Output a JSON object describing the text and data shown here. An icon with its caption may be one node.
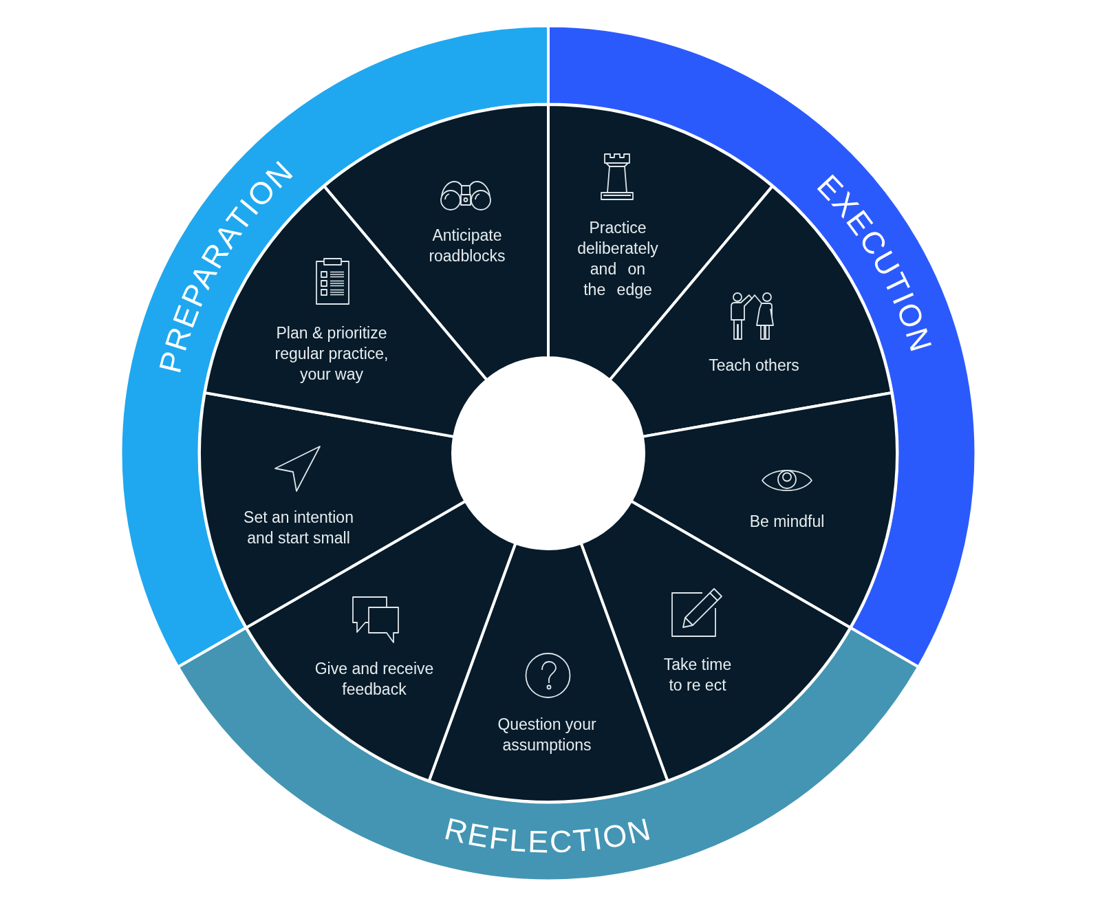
{
  "diagram": {
    "nodes": [
      {
        "text": [
          "PREPARATION"
        ]
      },
      {
        "text": [
          "EXECUTION"
        ]
      },
      {
        "text": [
          "REFLECTION"
        ]
      },
      {
        "text": [
          "Anticipate roadblocks"
        ]
      },
      {
        "text": [
          "Practice deliberately and on the edge"
        ]
      },
      {
        "text": [
          "Teach others"
        ]
      },
      {
        "text": [
          "Be mindful"
        ]
      },
      {
        "text": [
          "Take time to re ect"
        ]
      },
      {
        "text": [
          "Question your assumptions"
        ]
      },
      {
        "text": [
          "Give and receive feedback"
        ]
      },
      {
        "text": [
          "Set an intention and start small"
        ]
      },
      {
        "text": [
          "Plan & prioritize regular practice, your way"
        ]
      }
    ]
  }
}
